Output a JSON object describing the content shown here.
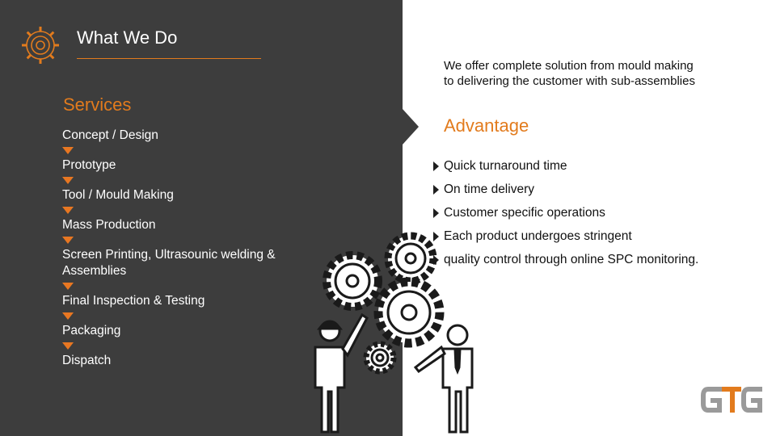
{
  "header": {
    "title": "What We Do"
  },
  "services": {
    "title": "Services",
    "items": [
      "Concept / Design",
      "Prototype",
      "Tool / Mould Making",
      "Mass Production",
      "Screen Printing, Ultrasounic welding & Assemblies",
      "Final Inspection & Testing",
      "Packaging",
      "Dispatch"
    ]
  },
  "intro": {
    "line1": "We offer complete solution from mould making",
    "line2": "to delivering the customer with sub-assemblies"
  },
  "advantage": {
    "title": "Advantage",
    "items": [
      "Quick turnaround time",
      "On time delivery",
      "Customer specific operations",
      "Each product undergoes stringent",
      "quality control through online SPC monitoring."
    ]
  },
  "colors": {
    "accent": "#e27b1d",
    "panel": "#3d3d3d",
    "text_dark": "#111111"
  },
  "icons": {
    "header": "gear-icon",
    "illustration": "gears-workers-illustration",
    "brand": "brand-logo"
  }
}
